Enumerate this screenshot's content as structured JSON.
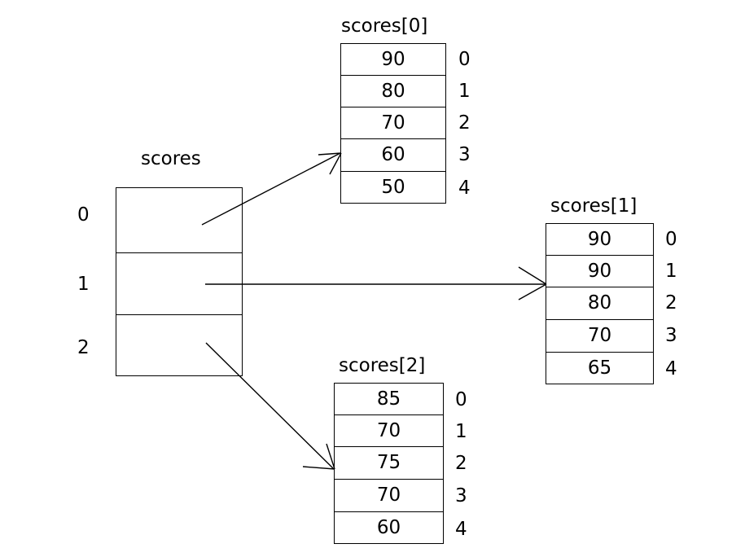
{
  "diagram": {
    "title": "",
    "background_color": "#ffffff",
    "line_color": "#000000",
    "text_color": "#000000"
  },
  "pointer_array": {
    "label": "scores",
    "indices": [
      "0",
      "1",
      "2"
    ],
    "cells": [
      "",
      "",
      ""
    ]
  },
  "arrays": [
    {
      "label": "scores[0]",
      "indices": [
        "0",
        "1",
        "2",
        "3",
        "4"
      ],
      "values": [
        "90",
        "80",
        "70",
        "60",
        "50"
      ]
    },
    {
      "label": "scores[1]",
      "indices": [
        "0",
        "1",
        "2",
        "3",
        "4"
      ],
      "values": [
        "90",
        "90",
        "80",
        "70",
        "65"
      ]
    },
    {
      "label": "scores[2]",
      "indices": [
        "0",
        "1",
        "2",
        "3",
        "4"
      ],
      "values": [
        "85",
        "70",
        "75",
        "70",
        "60"
      ]
    }
  ],
  "arrows": [
    {
      "name": "pointer-0-to-scores0",
      "from_cell": "0",
      "to_array": "scores[0]"
    },
    {
      "name": "pointer-1-to-scores1",
      "from_cell": "1",
      "to_array": "scores[1]"
    },
    {
      "name": "pointer-2-to-scores2",
      "from_cell": "2",
      "to_array": "scores[2]"
    }
  ]
}
